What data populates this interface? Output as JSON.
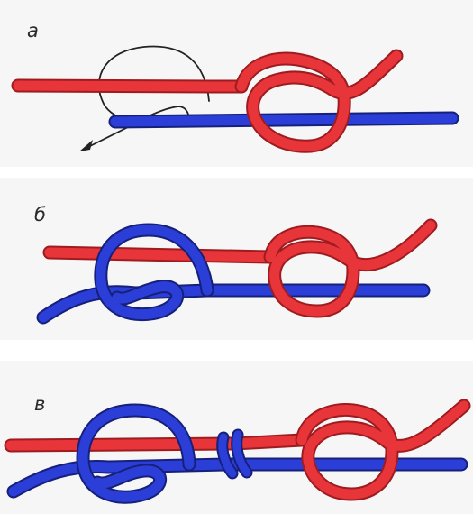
{
  "figure": {
    "steps": [
      {
        "label": "а",
        "stage": "guide-line-start"
      },
      {
        "label": "б",
        "stage": "second-knot-tied"
      },
      {
        "label": "в",
        "stage": "knots-pulled-together"
      }
    ],
    "colors": {
      "rope_red": "#e8353a",
      "rope_red_shade": "#9e1c20",
      "rope_blue": "#2b3fd8",
      "rope_blue_shade": "#16207a",
      "guide_line": "#222222",
      "band": "#f6f6f6"
    },
    "icons": [
      "arrow-head-icon"
    ]
  }
}
